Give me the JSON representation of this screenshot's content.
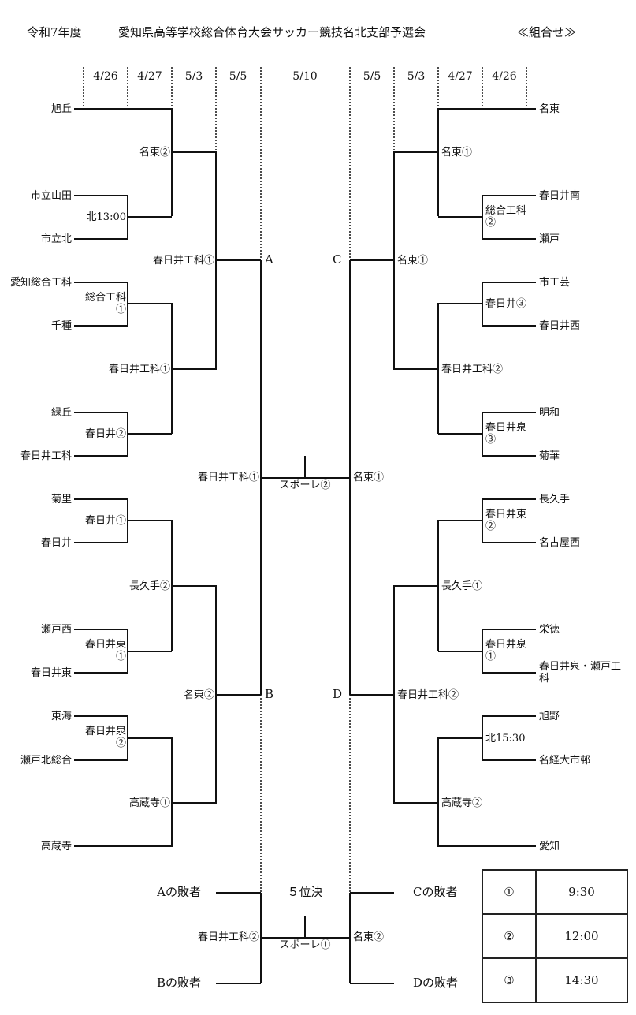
{
  "header": {
    "year": "令和7年度",
    "event": "愛知県高等学校総合体育大会サッカー競技名北支部予選会",
    "kind": "≪組合せ≫"
  },
  "dates": {
    "left": [
      "4/26",
      "4/27",
      "5/3",
      "5/5"
    ],
    "center": "5/10",
    "right": [
      "5/5",
      "5/3",
      "4/27",
      "4/26"
    ]
  },
  "left_teams": [
    "旭丘",
    "市立山田",
    "市立北",
    "愛知総合工科",
    "千種",
    "緑丘",
    "春日井工科",
    "菊里",
    "春日井",
    "瀬戸西",
    "春日井東",
    "東海",
    "瀬戸北総合",
    "高蔵寺"
  ],
  "right_teams": [
    "名東",
    "春日井南",
    "瀬戸",
    "市工芸",
    "春日井西",
    "明和",
    "菊華",
    "長久手",
    "名古屋西",
    "栄徳",
    "春日井泉・瀬戸工科",
    "旭野",
    "名経大市邨",
    "愛知"
  ],
  "left_r1": [
    "北13:00",
    "総合工科①",
    "春日井②",
    "春日井①",
    "春日井東①",
    "春日井泉②"
  ],
  "left_r2": [
    "名東②",
    "春日井工科①",
    "長久手②",
    "高蔵寺①"
  ],
  "left_r3": [
    "春日井工科①",
    "名東②"
  ],
  "right_r1": [
    "総合工科②",
    "春日井③",
    "春日井泉③",
    "春日井東②",
    "春日井泉①",
    "北15:30"
  ],
  "right_r2": [
    "名東①",
    "春日井工科②",
    "長久手①",
    "高蔵寺②"
  ],
  "right_r3": [
    "名東①",
    "春日井工科②"
  ],
  "blocks": [
    "A",
    "B",
    "C",
    "D"
  ],
  "final": {
    "left": "春日井工科①",
    "right": "名東①",
    "venue": "スポーレ②"
  },
  "fifth": {
    "title": "５位決",
    "a_loser": "Aの敗者",
    "b_loser": "Bの敗者",
    "c_loser": "Cの敗者",
    "d_loser": "Dの敗者",
    "left": "春日井工科②",
    "right": "名東②",
    "venue": "スポーレ①"
  },
  "times": [
    {
      "slot": "①",
      "time": "9:30"
    },
    {
      "slot": "②",
      "time": "12:00"
    },
    {
      "slot": "③",
      "time": "14:30"
    }
  ]
}
